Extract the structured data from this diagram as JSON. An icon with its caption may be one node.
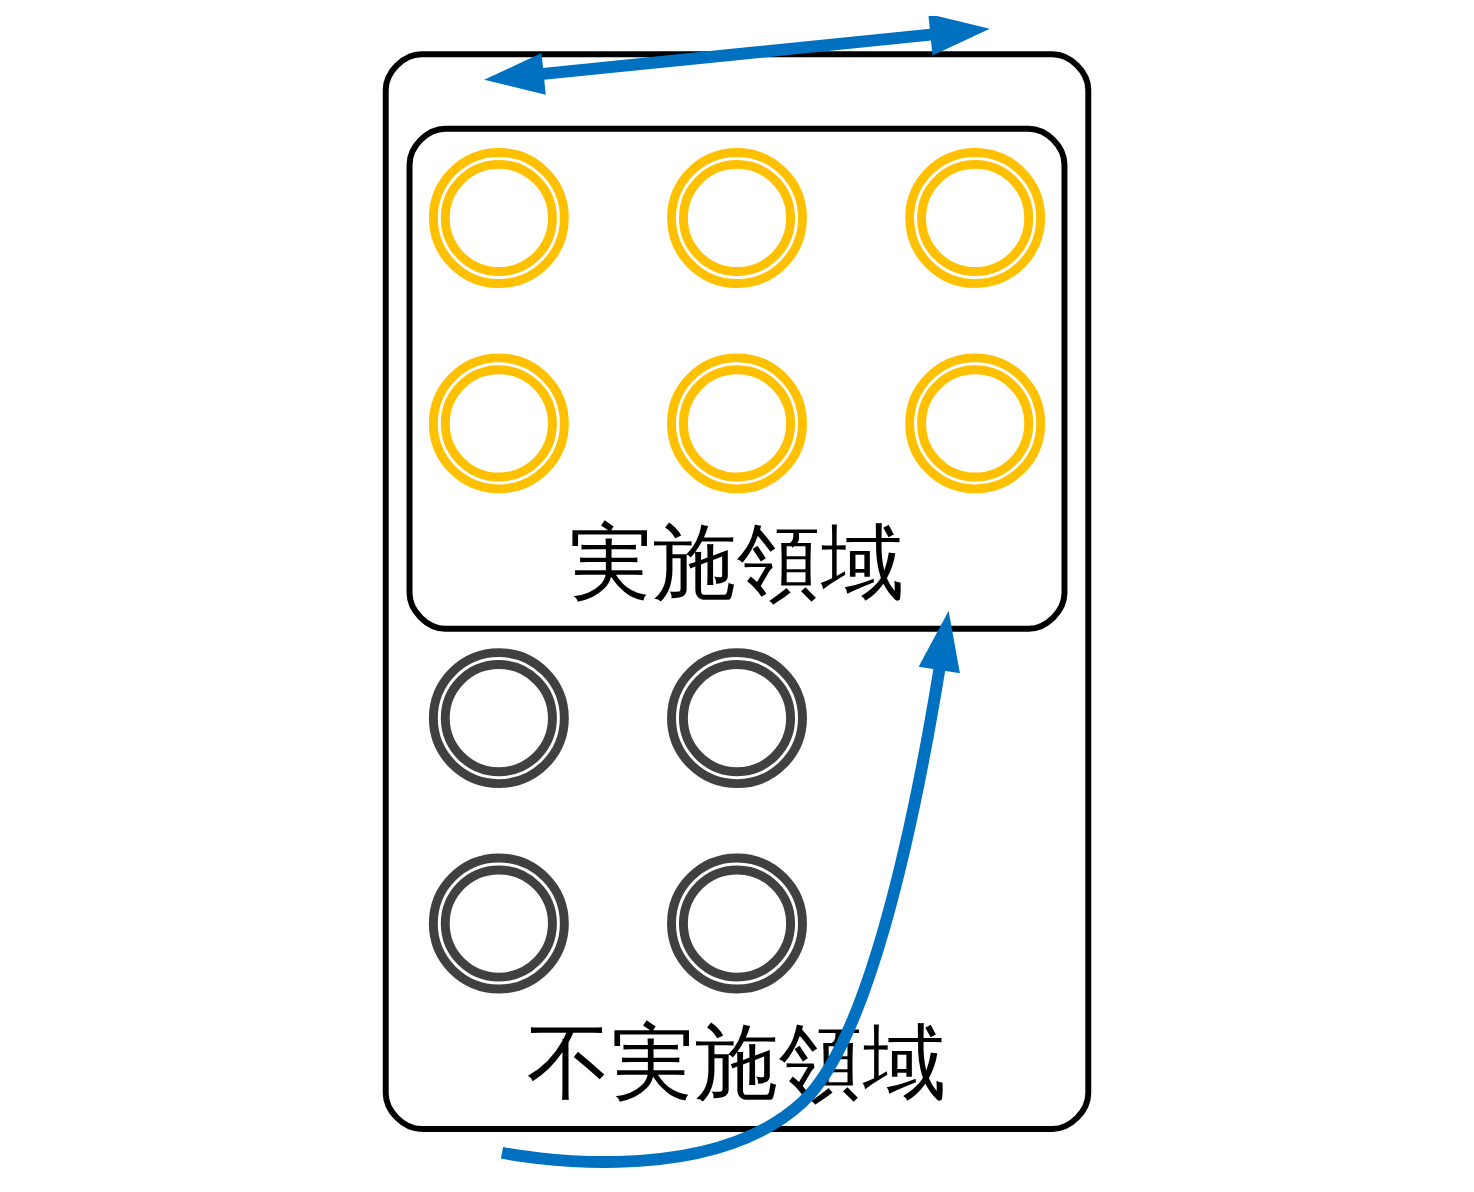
{
  "diagram": {
    "nodes": [
      {
        "text": [
          "不実施領域"
        ]
      },
      {
        "text": [
          "実施領域"
        ],
        "in": 0
      },
      {
        "text": [],
        "shape": "circle",
        "in": 1
      },
      {
        "text": [],
        "shape": "circle",
        "in": 1
      },
      {
        "text": [],
        "shape": "circle",
        "in": 1
      },
      {
        "text": [],
        "shape": "circle",
        "in": 1
      },
      {
        "text": [],
        "shape": "circle",
        "in": 1
      },
      {
        "text": [],
        "shape": "circle",
        "in": 1
      },
      {
        "text": [],
        "shape": "circle",
        "in": 0
      },
      {
        "text": [],
        "shape": "circle",
        "in": 0
      },
      {
        "text": [],
        "shape": "circle",
        "in": 0
      },
      {
        "text": [],
        "shape": "circle",
        "in": 0
      }
    ],
    "edges": [
      {
        "from": null,
        "to": 1,
        "arrow": "to"
      },
      {
        "from": 0,
        "to": null,
        "arrow": "both"
      }
    ]
  }
}
